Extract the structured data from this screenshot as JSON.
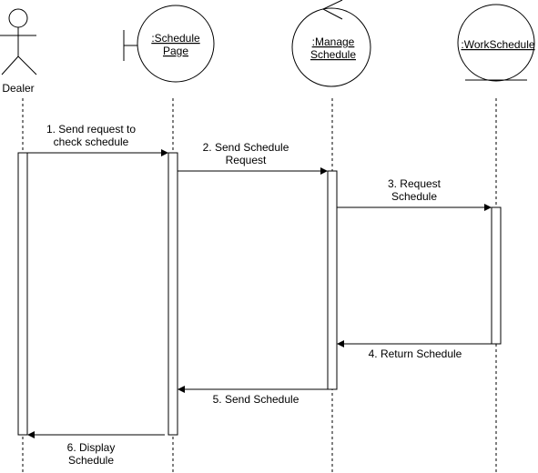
{
  "participants": {
    "dealer": {
      "label": "Dealer"
    },
    "schedule_page": {
      "line1": ":Schedule",
      "line2": "Page"
    },
    "manage_schedule": {
      "line1": ":Manage",
      "line2": "Schedule"
    },
    "work_schedule": {
      "label": ":WorkSchedule"
    }
  },
  "messages": [
    {
      "line1": "1. Send request to",
      "line2": "check schedule"
    },
    {
      "line1": "2. Send Schedule",
      "line2": "Request"
    },
    {
      "line1": "3. Request",
      "line2": "Schedule"
    },
    {
      "line1": "4. Return Schedule"
    },
    {
      "line1": "5. Send Schedule"
    },
    {
      "line1": "6. Display",
      "line2": "Schedule"
    }
  ]
}
